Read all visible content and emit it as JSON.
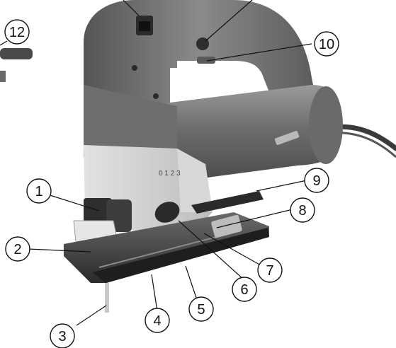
{
  "figure": {
    "callouts": [
      {
        "label": "1",
        "part": "callout-1"
      },
      {
        "label": "2",
        "part": "callout-2"
      },
      {
        "label": "3",
        "part": "callout-3"
      },
      {
        "label": "4",
        "part": "callout-4"
      },
      {
        "label": "5",
        "part": "callout-5"
      },
      {
        "label": "6",
        "part": "callout-6"
      },
      {
        "label": "7",
        "part": "callout-7"
      },
      {
        "label": "8",
        "part": "callout-8"
      },
      {
        "label": "9",
        "part": "callout-9"
      },
      {
        "label": "10",
        "part": "callout-10"
      },
      {
        "label": "12",
        "part": "callout-12"
      }
    ],
    "colors": {
      "body_dark": "#5a5a5a",
      "body_mid": "#7a7a7a",
      "body_light": "#a8a8a8",
      "housing_light": "#cfcfcf",
      "base_plate": "#3a3a3a",
      "line": "#111111"
    }
  }
}
